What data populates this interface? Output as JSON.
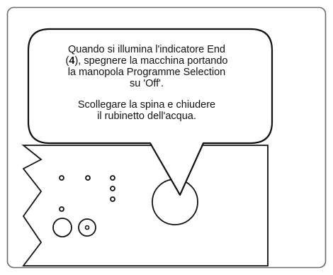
{
  "instruction": {
    "line1": "Quando si illumina l'indicatore End",
    "line2_open": "(",
    "indicator_number": "4",
    "line2_rest": "), spegnere la macchina portando",
    "line3": "la manopola Programme Selection",
    "line4": "su 'Off'.",
    "line5": "Scollegare la spina e chiudere",
    "line6": "il rubinetto dell'acqua."
  },
  "colors": {
    "stroke": "#111111",
    "frame": "#6b6b6b",
    "background": "#ffffff"
  }
}
